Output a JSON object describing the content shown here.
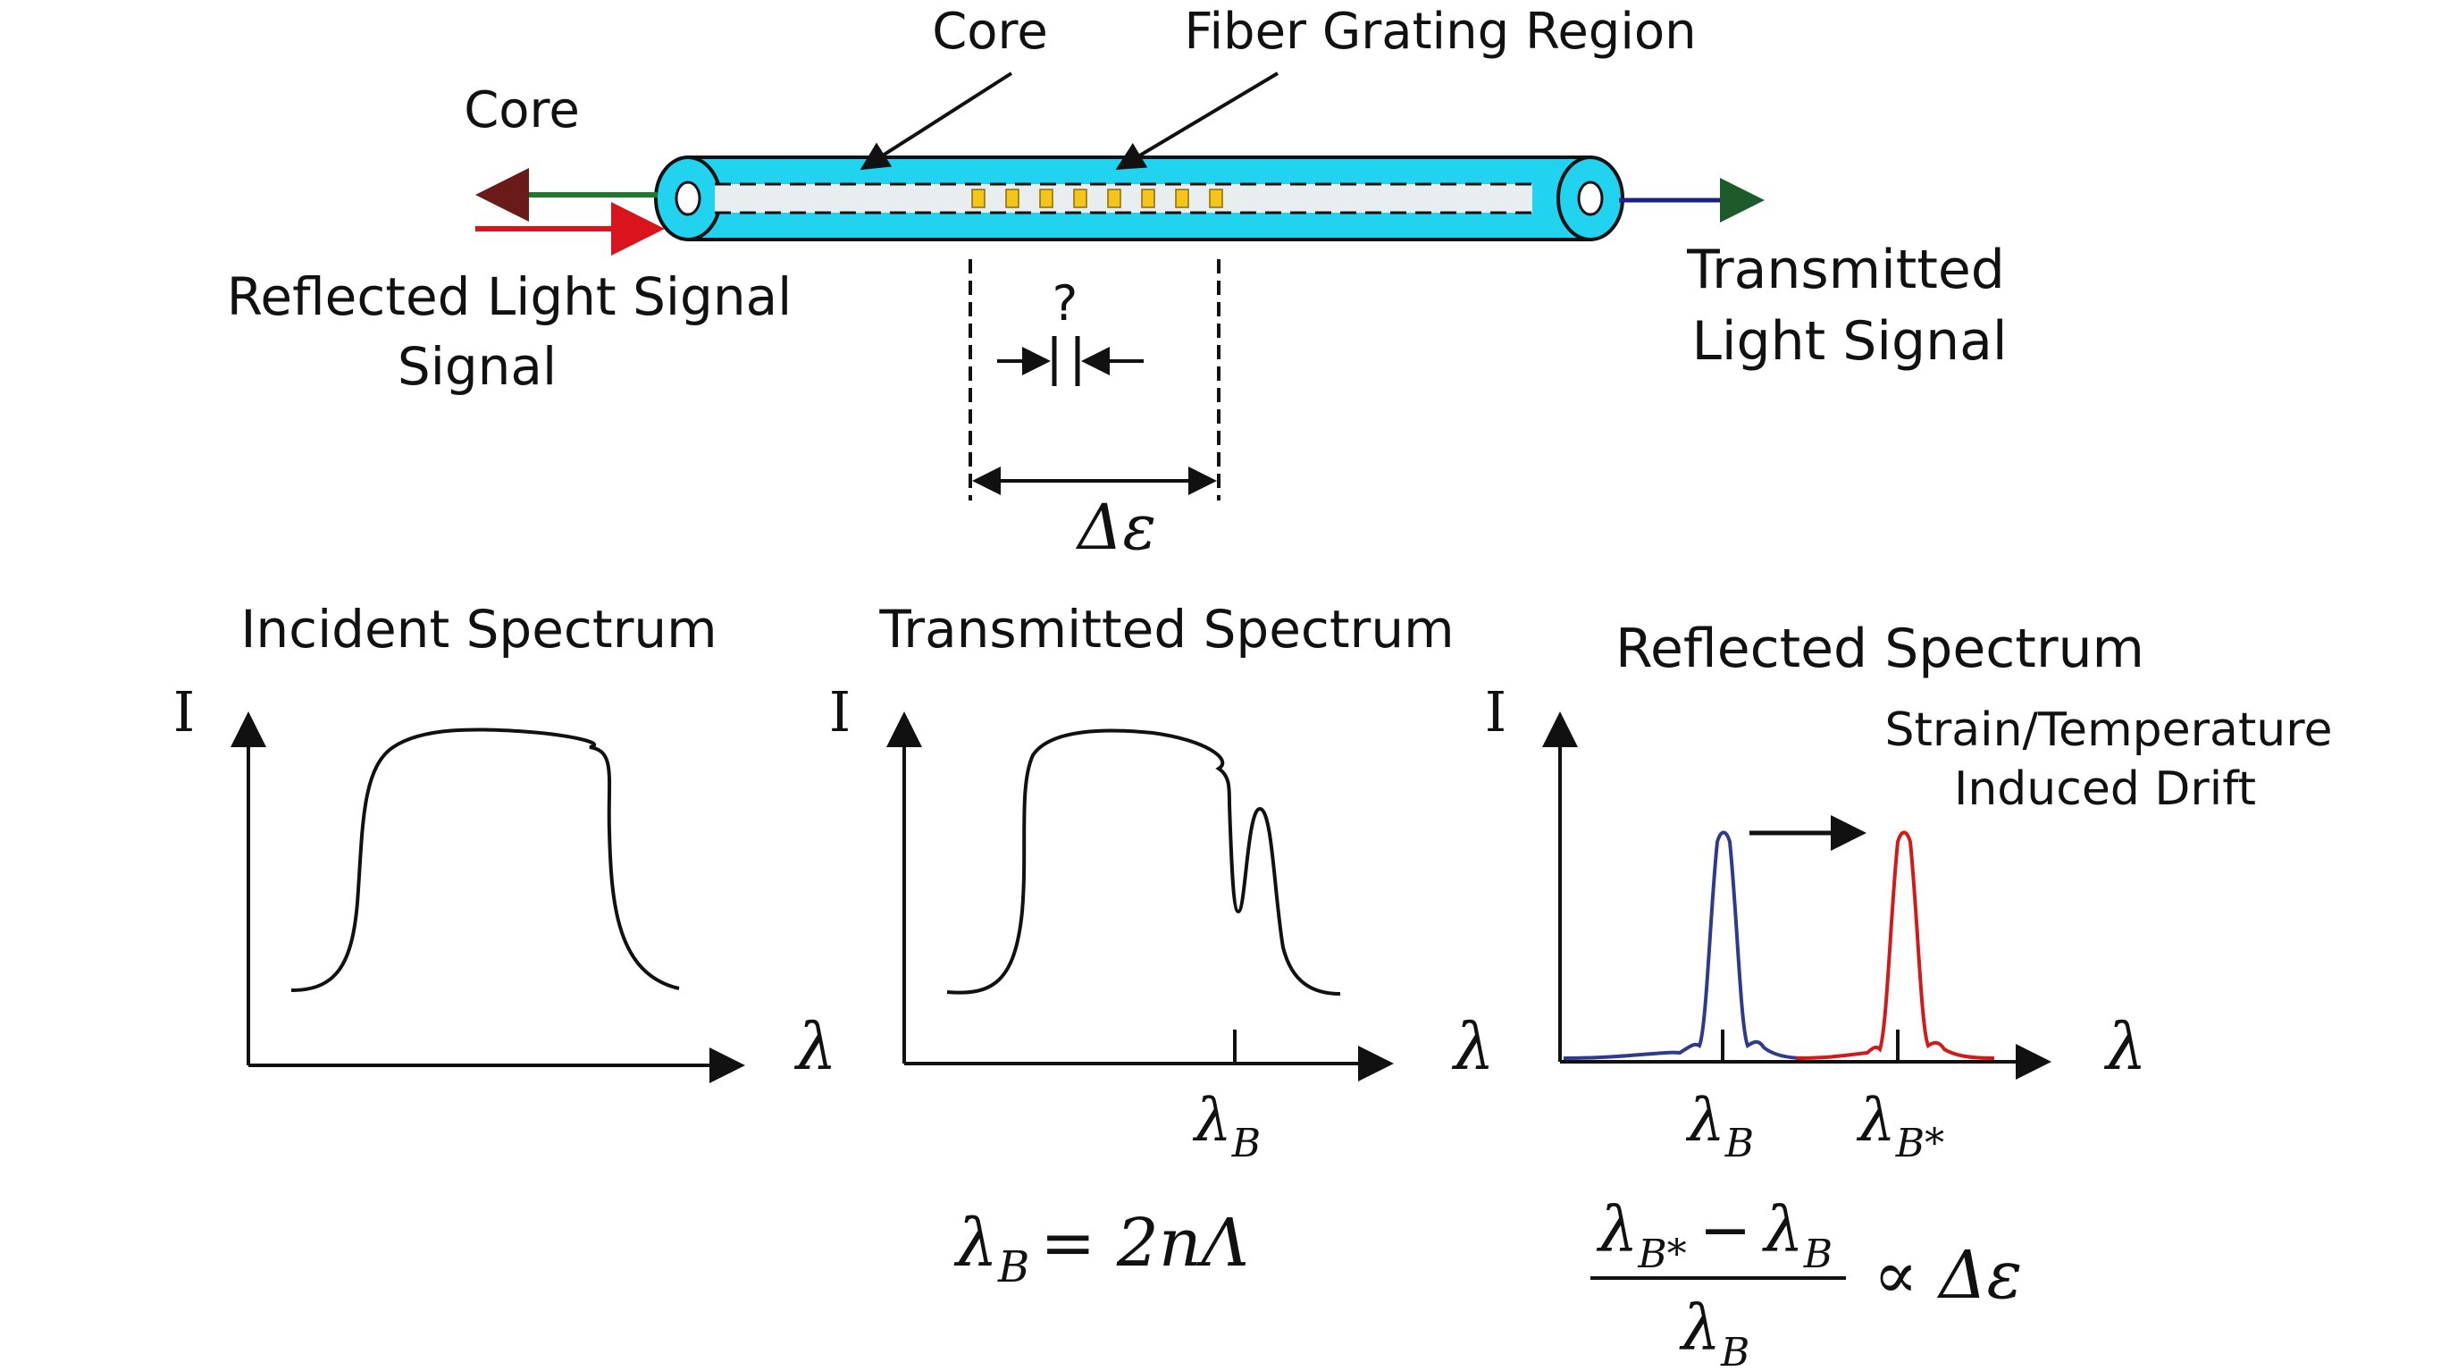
{
  "fiber": {
    "core_label_top": "Core",
    "grating_label": "Fiber Grating Region",
    "core_label_left": "Core",
    "reflected_label_line1": "Reflected Light Signal",
    "reflected_label_line2": "Signal",
    "transmitted_label_line1": "Transmitted",
    "transmitted_label_line2": "Light Signal",
    "period_label": "?",
    "strain_label": "Δε",
    "colors": {
      "cladding": "#22d3f0",
      "grating": "#f5c518",
      "reflected_arrow": "#d9141c",
      "incident_arrow_shaft": "#1e7a2e",
      "incident_arrow_head": "#6b1a1a",
      "transmitted_arrow_shaft": "#1a237e",
      "transmitted_arrow_head": "#1d5b2a"
    }
  },
  "panels": [
    {
      "title": "Incident Spectrum",
      "y_axis": "I",
      "x_axis": "λ"
    },
    {
      "title": "Transmitted Spectrum",
      "y_axis": "I",
      "x_axis": "λ",
      "tick": "λ",
      "tick_sub": "B"
    },
    {
      "title": "Reflected Spectrum",
      "y_axis": "I",
      "x_axis": "λ",
      "tick1": "λ",
      "tick1_sub": "B",
      "tick2": "λ",
      "tick2_sub": "B*",
      "drift_line1": "Strain/Temperature",
      "drift_line2": "Induced Drift"
    }
  ],
  "equations": {
    "bragg_lhs": "λ",
    "bragg_lhs_sub": "B",
    "bragg_rhs": "= 2nΛ",
    "ratio_num_a": "λ",
    "ratio_num_a_sub": "B*",
    "ratio_minus": "−",
    "ratio_num_b": "λ",
    "ratio_num_b_sub": "B",
    "ratio_den": "λ",
    "ratio_den_sub": "B",
    "ratio_rhs": "∝ Δε"
  },
  "colors": {
    "peak_original": "#2e3a8c",
    "peak_shifted": "#d11a1a"
  }
}
